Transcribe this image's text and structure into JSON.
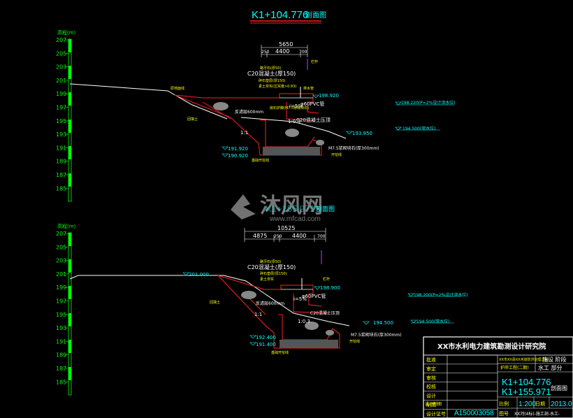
{
  "colors": {
    "background": "#000000",
    "title": "#00ffff",
    "title_underline": "#ff2020",
    "scale": "#00ff00",
    "section_line": "#ffffff",
    "structure": "#ff2020",
    "water": "#00ffff",
    "label": "#ffff00",
    "purple": "#c040ff",
    "frame": "#ffffff"
  },
  "watermark": {
    "text": "沐风网",
    "url": "www.mfcad.com"
  },
  "section1": {
    "title": "K1+104.776",
    "title_suffix": "剖面图",
    "axis_label": "高程(m)",
    "ticks": [
      "207",
      "205",
      "203",
      "201",
      "199",
      "197",
      "195",
      "193",
      "191",
      "189",
      "187",
      "185"
    ],
    "dims": {
      "total": "5650",
      "left": "250",
      "mid": "4400",
      "right": "700"
    },
    "levels": {
      "crest": "198.920",
      "flood": "198.220(P=2%设计洪水位)",
      "toe": "193.850",
      "normal": "194.500(常水位)",
      "bottom1": "191.920",
      "bottom2": "190.920"
    },
    "labels": {
      "ground": "原地面线",
      "railing": "栏杆",
      "l1": "路牙石(厚50)",
      "l2": "C20混凝土(厚150)",
      "l3": "碎石垫层(厚150)",
      "l4": "素土夯实(压实度>0.93)",
      "l5": "排水管",
      "l6": "φ60PVC管",
      "l7": "反滤层600mm",
      "l8": "C20混凝土压顶",
      "l9": "回填土",
      "l10": "抛石护脚(M7.5浆砌块石)",
      "l11": "M7.5浆砌块石(厚300mm)",
      "l12": "开挖线",
      "l13": "基础开挖线",
      "slope1": "1:1",
      "slope2": "i=5%",
      "slope3": "1:0.3"
    }
  },
  "section2": {
    "title": "K1+155.971",
    "title_suffix": "剖面图",
    "axis_label": "高程(m)",
    "ticks": [
      "207",
      "205",
      "203",
      "201",
      "199",
      "197",
      "195",
      "193",
      "191",
      "189",
      "187",
      "185"
    ],
    "dims": {
      "total": "10525",
      "a": "4875",
      "b": "250",
      "mid": "4400",
      "right": "700"
    },
    "levels": {
      "ground": "201.000",
      "crest": "198.900",
      "flood": "198.200(P=2%设计洪水位)",
      "toe": "194.500",
      "normal": "194.500(常水位)",
      "bottom1": "192.400",
      "bottom2": "191.400"
    },
    "labels": {
      "l1": "路牙石(厚50)",
      "l2": "C20混凝土(厚150)",
      "l3": "碎石垫层(厚150)",
      "l4": "素土夯实",
      "l5": "栏杆",
      "l6": "φ60PVC管",
      "l7": "反滤层600mm",
      "l8": "C20混凝土压顶",
      "l9": "回填土",
      "l10": "M7.5浆砌块石(厚300mm)",
      "l11": "开挖线",
      "l12": "基础开挖线",
      "slope1": "1:1",
      "slope2": "i=5%",
      "slope3": "1:0.3"
    }
  },
  "title_block": {
    "institute": "XX市水利电力建筑勘测设计研究院",
    "project": "XX市XX县XX河道防洪治理工程",
    "project2": "护岸工程(二期)",
    "stage": "施设 阶段",
    "dept": "水工 部分",
    "rows": [
      "批准",
      "审定",
      "审核",
      "校核",
      "设计",
      "制图",
      "设计证号"
    ],
    "drawing_title1": "K1+104.776",
    "drawing_title2": "K1+155.971",
    "drawing_suffix": "剖面图",
    "scale_label": "比例",
    "scale": "1:200",
    "date_label": "日期",
    "date": "2013.0",
    "design_label": "设计制图",
    "cert": "A150003058",
    "drawing_no_label": "图号",
    "drawing_no": "XX河(4标)-施工剖-水工-"
  }
}
